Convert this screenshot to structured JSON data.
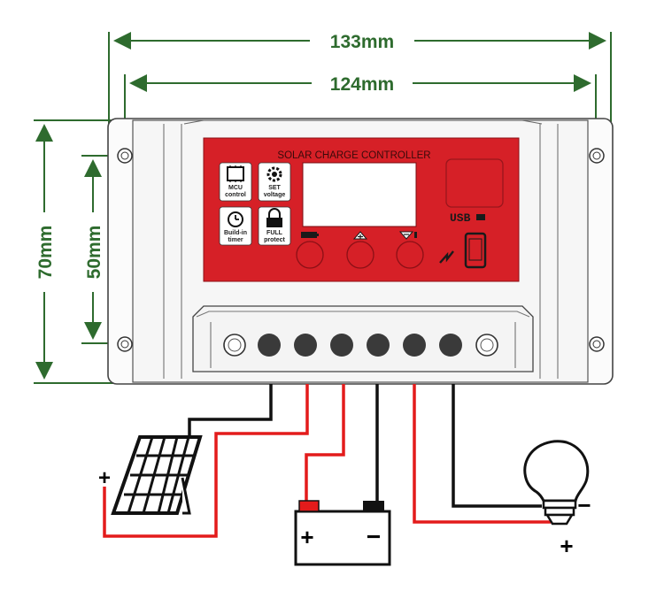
{
  "dimensions": {
    "outer_width": "133mm",
    "inner_width": "124mm",
    "outer_height": "70mm",
    "inner_height": "50mm"
  },
  "panel": {
    "title": "SOLAR CHARGE CONTROLLER",
    "icons": [
      {
        "name": "mcu-control",
        "line1": "MCU",
        "line2": "control"
      },
      {
        "name": "set-voltage",
        "line1": "SET",
        "line2": "voltage"
      },
      {
        "name": "build-in-timer",
        "line1": "Build-in",
        "line2": "timer"
      },
      {
        "name": "full-protect",
        "line1": "FULL",
        "line2": "protect"
      }
    ],
    "usb_label": "USB",
    "colors": {
      "panel_red": "#d62027",
      "display_white": "#ffffff"
    }
  },
  "wiring": {
    "solar_plus": "+",
    "battery_plus": "+",
    "battery_minus": "−",
    "load_minus": "−",
    "load_plus": "+",
    "colors": {
      "positive": "#e31b1b",
      "negative": "#111111"
    }
  }
}
